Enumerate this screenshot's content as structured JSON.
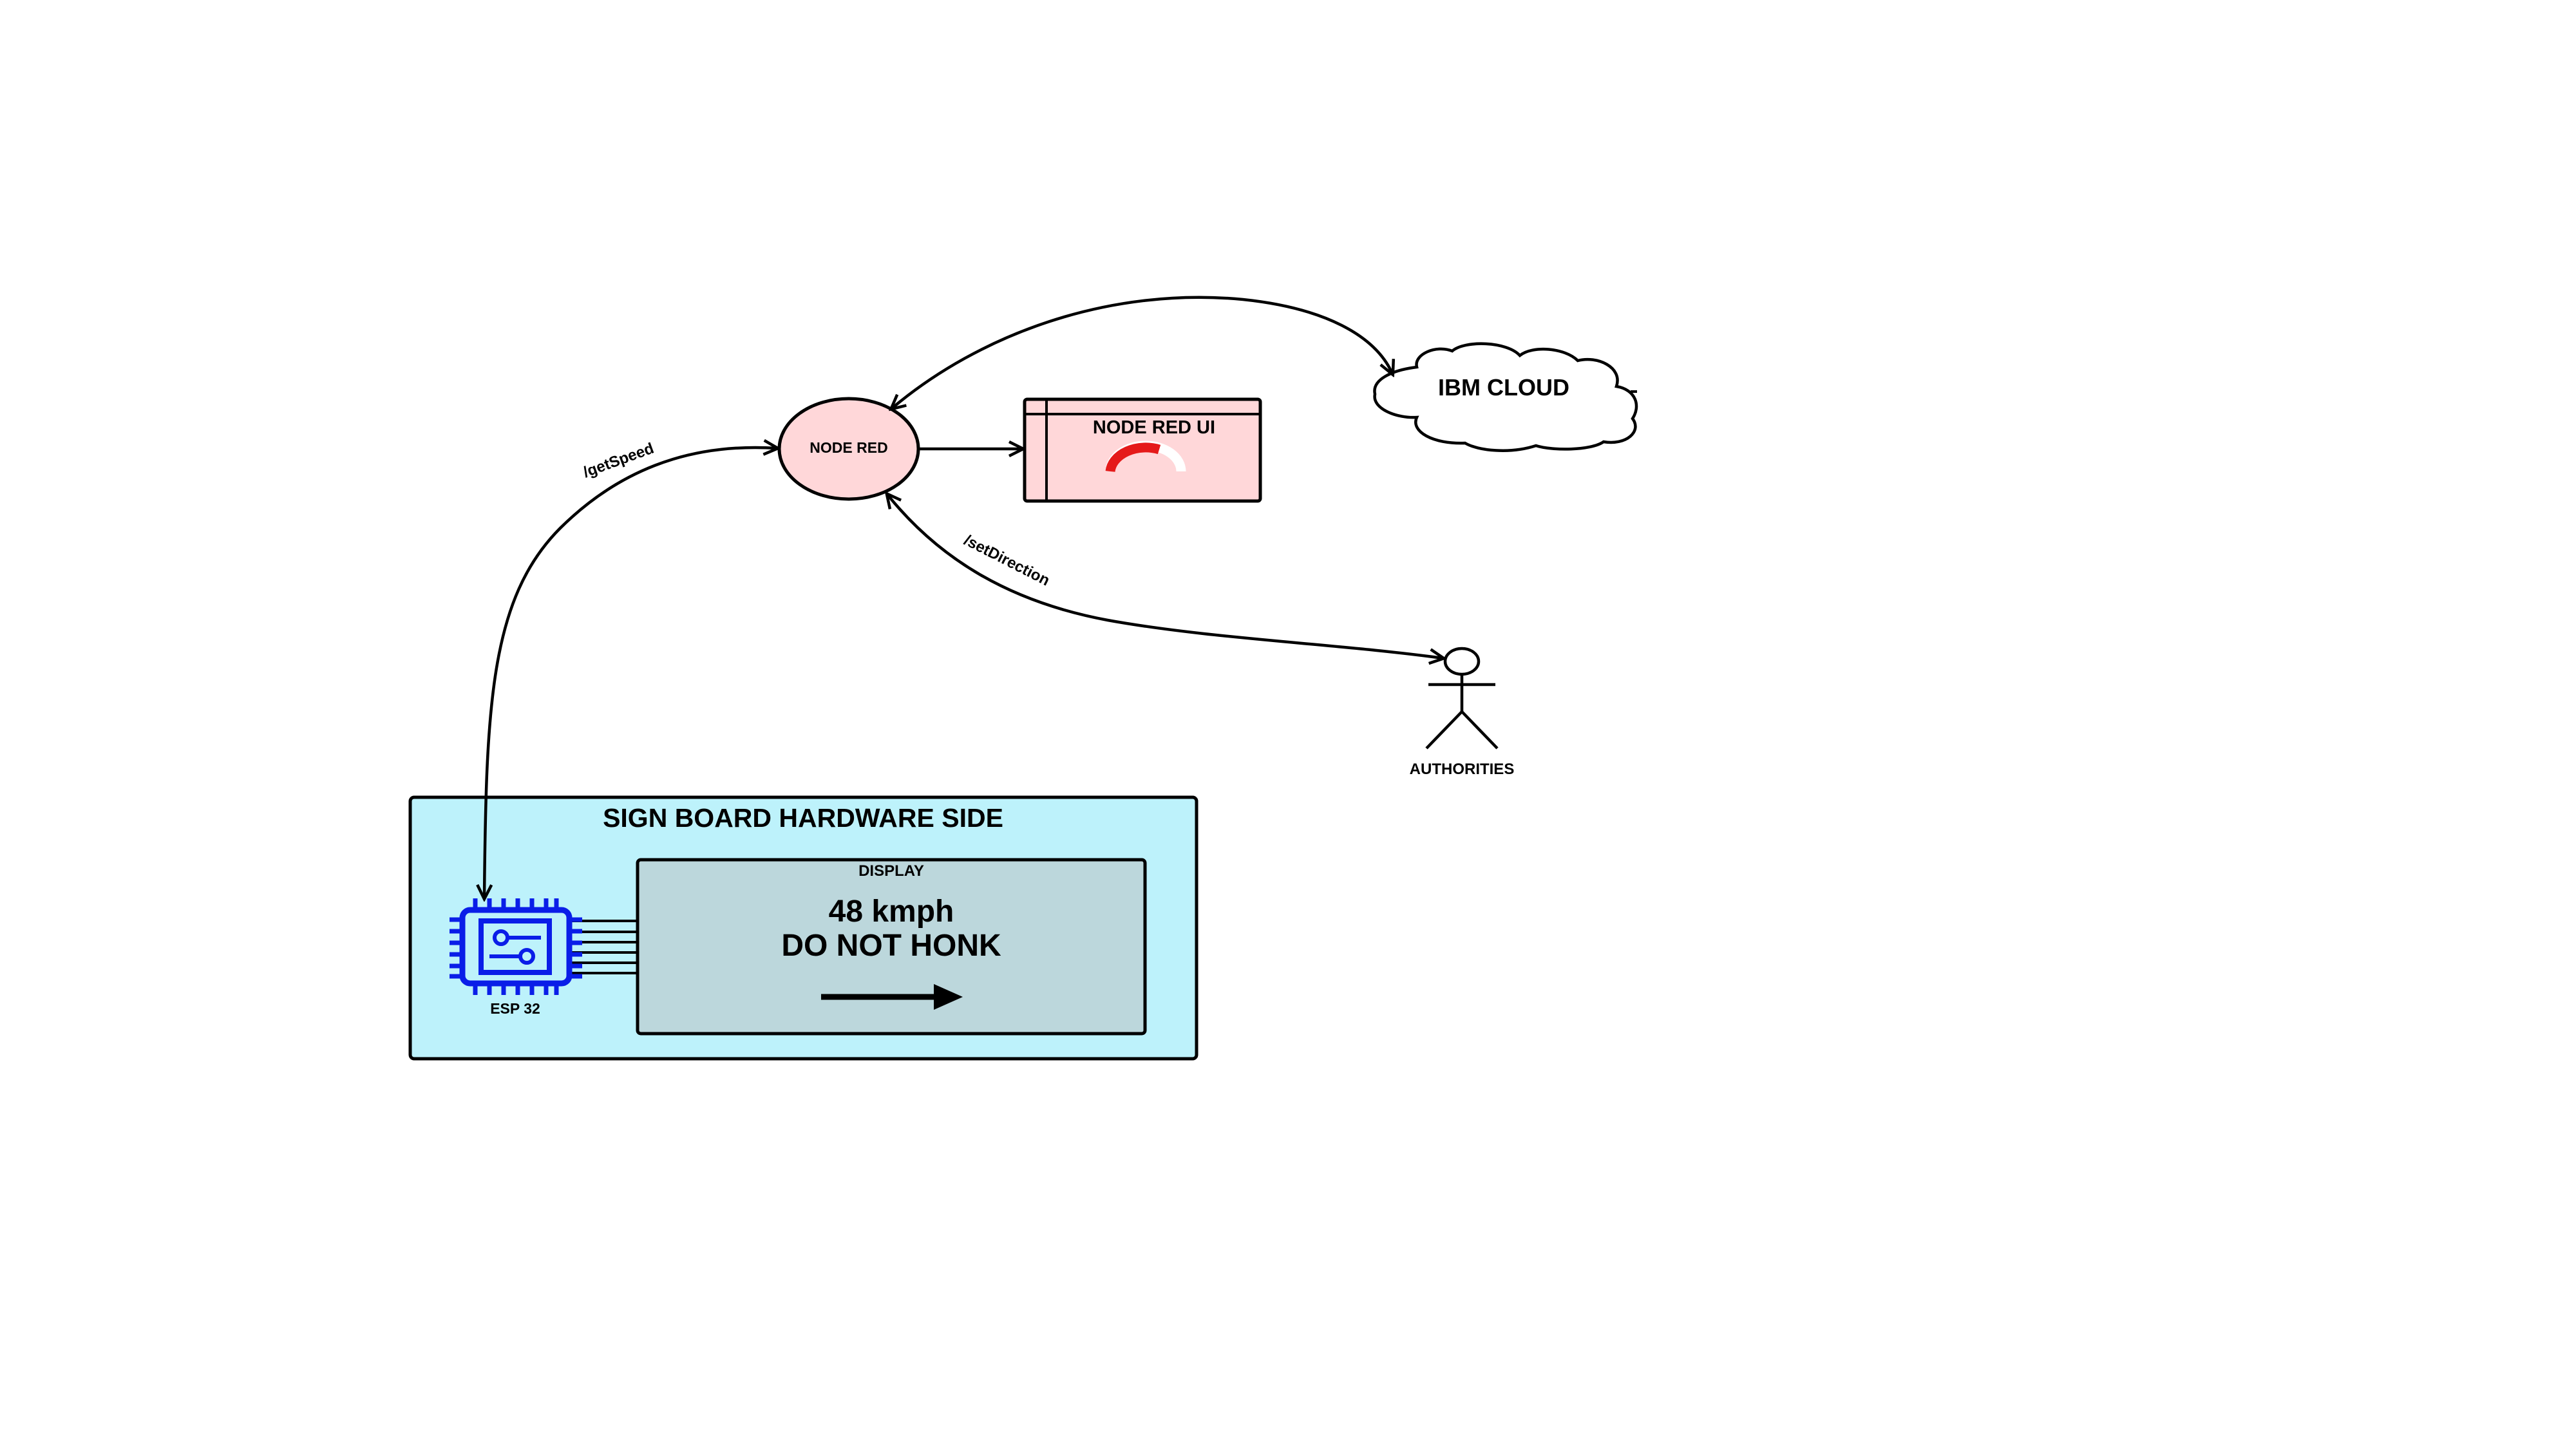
{
  "node_red": {
    "label": "NODE RED"
  },
  "node_red_ui": {
    "label": "NODE RED UI"
  },
  "ibm_cloud": {
    "label": "IBM CLOUD"
  },
  "authorities": {
    "label": "AUTHORITIES"
  },
  "sign_board": {
    "title": "SIGN BOARD HARDWARE SIDE",
    "esp_label": "ESP 32",
    "display": {
      "label": "DISPLAY",
      "speed": "48 kmph",
      "message": "DO NOT HONK"
    }
  },
  "edges": {
    "get_speed": "/getSpeed",
    "set_direction": "/setDirection"
  },
  "colors": {
    "node_red_fill": "#ffd7d9",
    "sign_board_fill": "#bdf2fb",
    "display_fill": "#bcd7dc",
    "chip_blue": "#0a1ee8",
    "gauge_red": "#e51a1a"
  }
}
